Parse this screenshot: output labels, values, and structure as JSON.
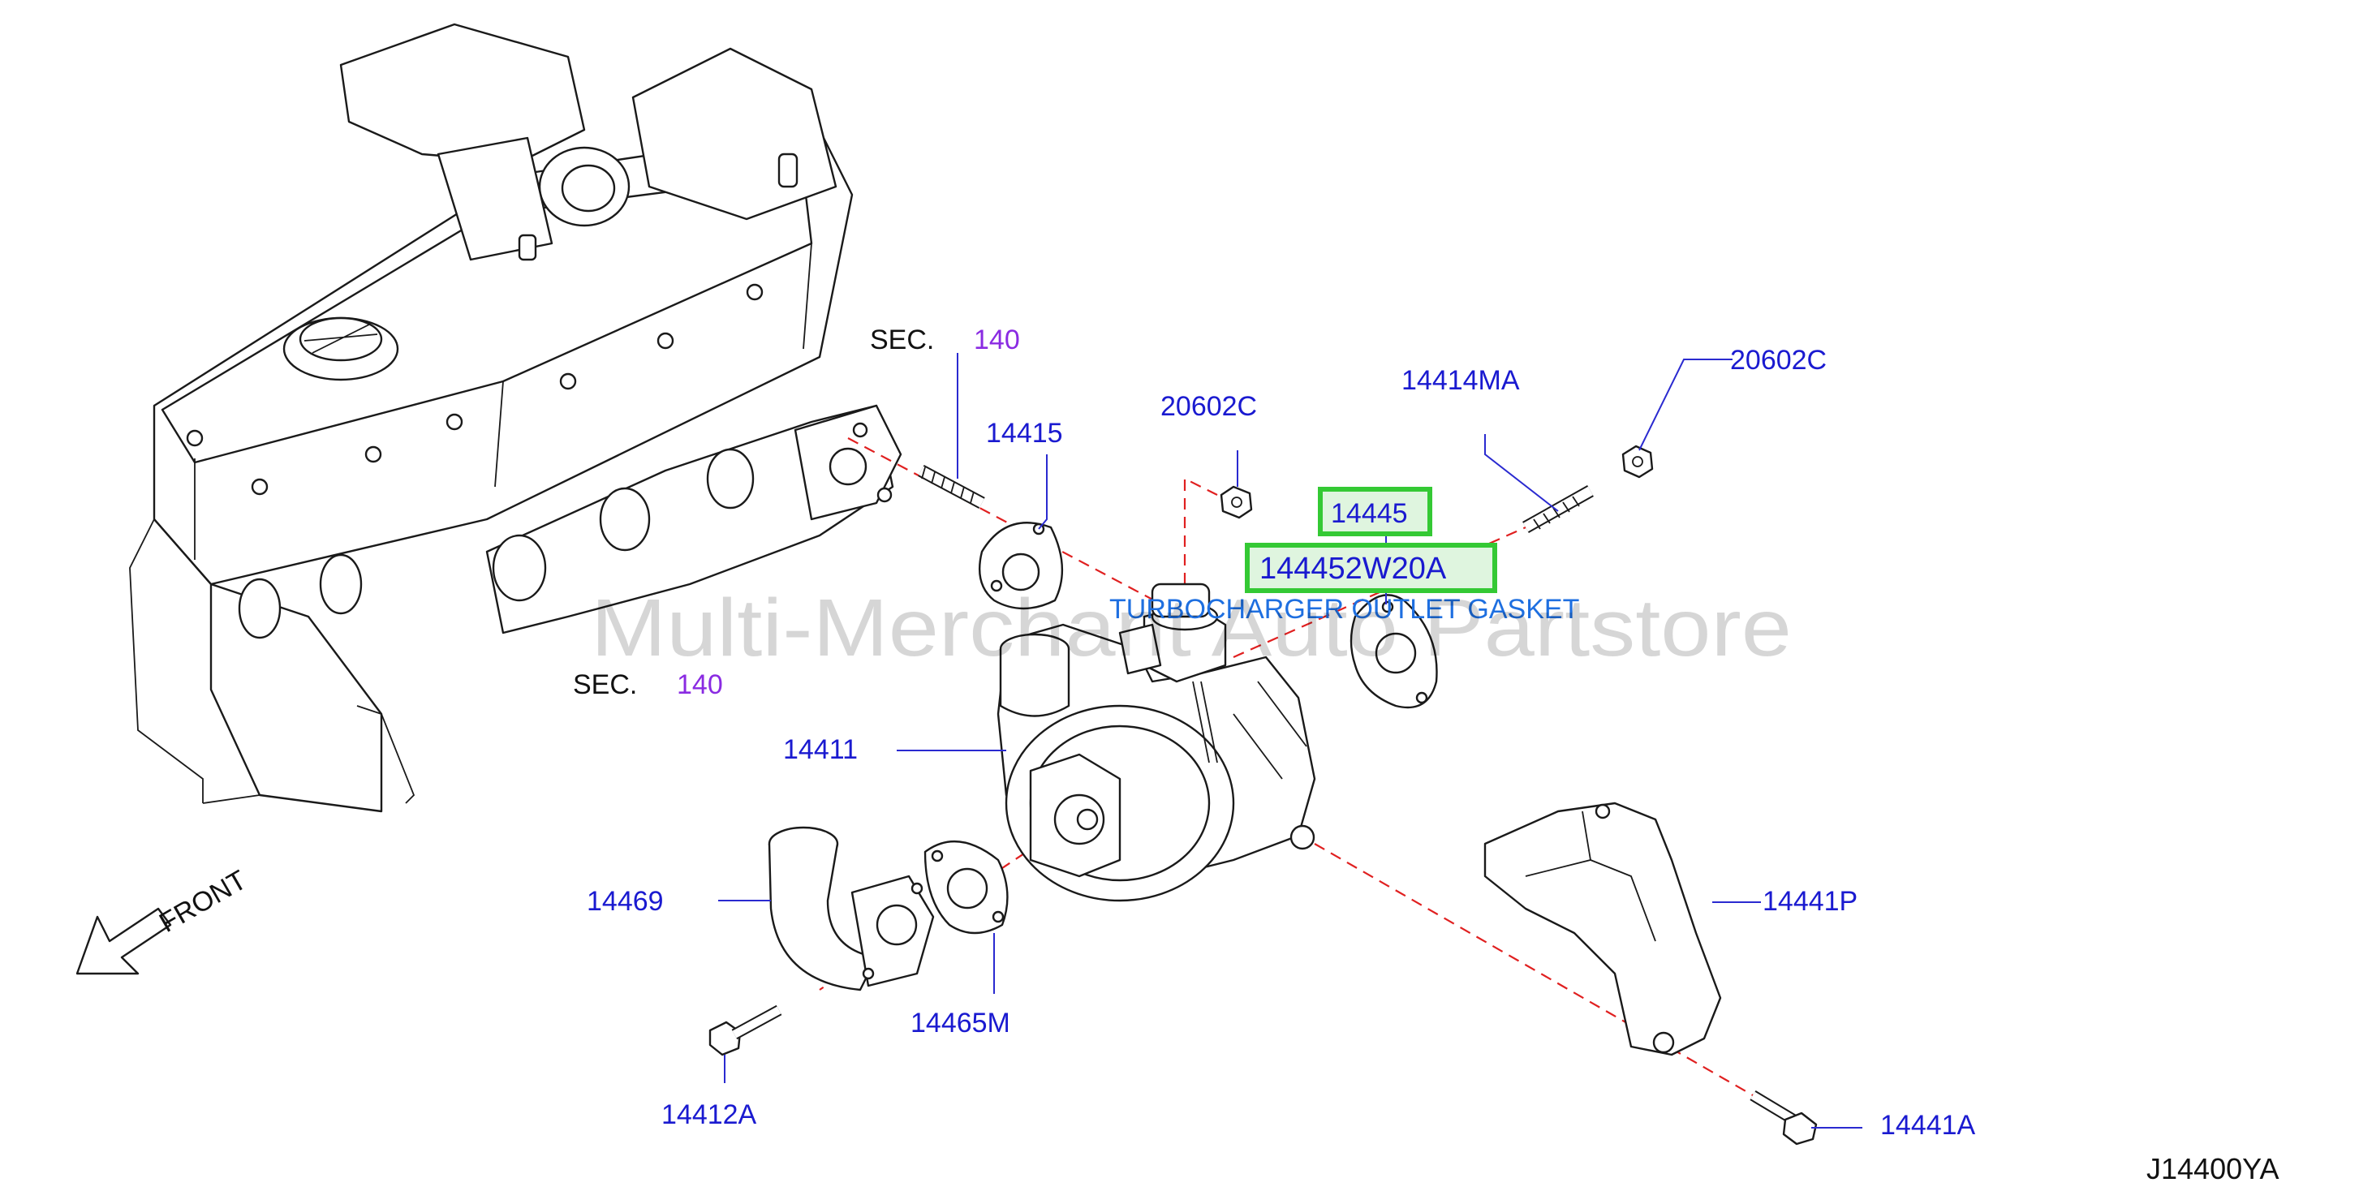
{
  "diagram_code": "J14400YA",
  "watermark": "Multi-Merchant Auto Partstore",
  "front_label": "FRONT",
  "sections": [
    {
      "prefix": "SEC.",
      "number": "140"
    },
    {
      "prefix": "SEC.",
      "number": "140"
    }
  ],
  "parts": {
    "p14415": "14415",
    "p20602C_left": "20602C",
    "p14414MA": "14414MA",
    "p20602C_right": "20602C",
    "p14445": "14445",
    "p144452W20A": "144452W20A",
    "p14411": "14411",
    "p14469": "14469",
    "p14465M": "14465M",
    "p14412A": "14412A",
    "p14441P": "14441P",
    "p14441A": "14441A"
  },
  "highlight_description": "TURBOCHARGER OUTLET GASKET",
  "colors": {
    "part_label": "#1a1ad0",
    "section_number": "#8a2be2",
    "description": "#1e6fe0",
    "highlight_border": "#34c934",
    "dashed_line": "#e02020"
  }
}
